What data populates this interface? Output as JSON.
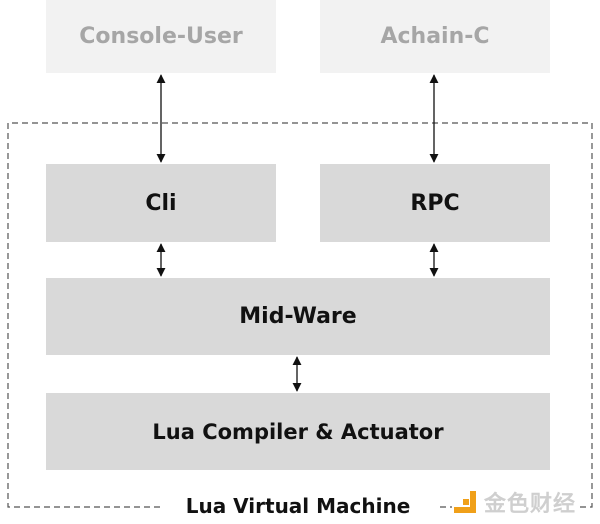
{
  "external": {
    "console_user": "Console-User",
    "achain_c": "Achain-C"
  },
  "components": {
    "cli": "Cli",
    "rpc": "RPC",
    "mid_ware": "Mid-Ware",
    "lua_compiler": "Lua Compiler & Actuator"
  },
  "container": {
    "label": "Lua Virtual Machine"
  },
  "watermark": {
    "text": "金色财经",
    "icon": "gold-logo-icon"
  },
  "colors": {
    "external_fill": "#f2f2f2",
    "external_text": "#a6a6a6",
    "internal_fill": "#d9d9d9",
    "internal_text": "#111111",
    "logo_orange": "#f0a019"
  }
}
